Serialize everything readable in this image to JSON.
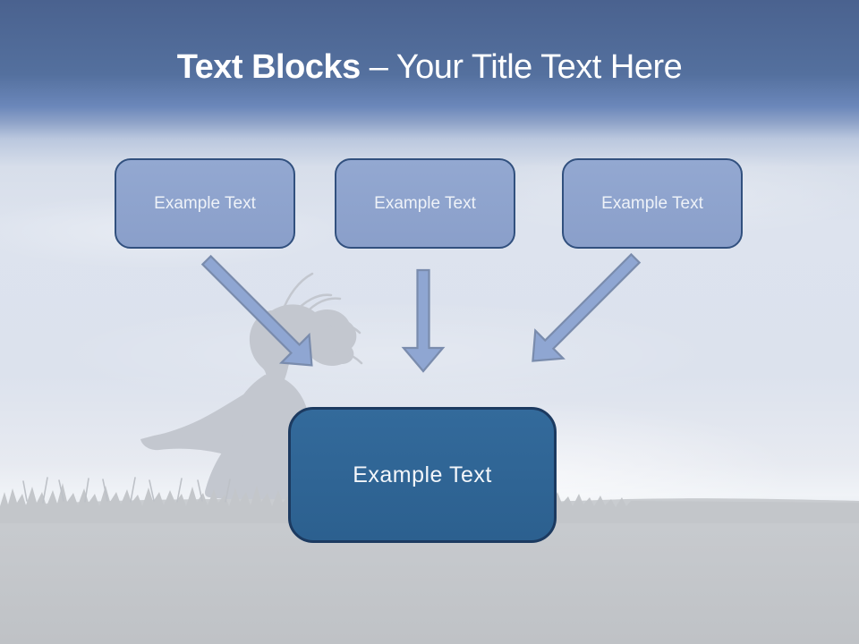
{
  "slide": {
    "title": {
      "bold": "Text Blocks",
      "rest": " – Your Title Text Here"
    },
    "top_boxes": [
      {
        "id": "text-block-1",
        "label": "Example Text"
      },
      {
        "id": "text-block-2",
        "label": "Example Text"
      },
      {
        "id": "text-block-3",
        "label": "Example Text"
      }
    ],
    "center_box": {
      "id": "text-block-center",
      "label": "Example Text"
    },
    "diagram": {
      "type": "converging-flow",
      "nodes": [
        "text-block-1",
        "text-block-2",
        "text-block-3",
        "text-block-center"
      ],
      "connections": [
        {
          "from": "text-block-1",
          "to": "text-block-center",
          "arrow": "down-right"
        },
        {
          "from": "text-block-2",
          "to": "text-block-center",
          "arrow": "down"
        },
        {
          "from": "text-block-3",
          "to": "text-block-center",
          "arrow": "down-left"
        }
      ]
    },
    "background_description": "silhouette of a woman meditating in lotus pose on a grassy hill under a pale blue sky, blue gradient header band",
    "colors": {
      "header_gradient_top": "#4a628f",
      "header_gradient_mid": "#6b87ba",
      "sky": "#dde3ee",
      "ground": "#c3c6ca",
      "silhouette": "#c3c7cf",
      "small_box_fill": "#8da3ce",
      "small_box_border": "#31507e",
      "big_box_fill": "#2f6595",
      "big_box_border": "#1c3a60",
      "arrow_fill": "#8fa6d2",
      "arrow_stroke": "#7a8cad",
      "title_text": "#ffffff",
      "box_text": "#eef2f8"
    }
  }
}
